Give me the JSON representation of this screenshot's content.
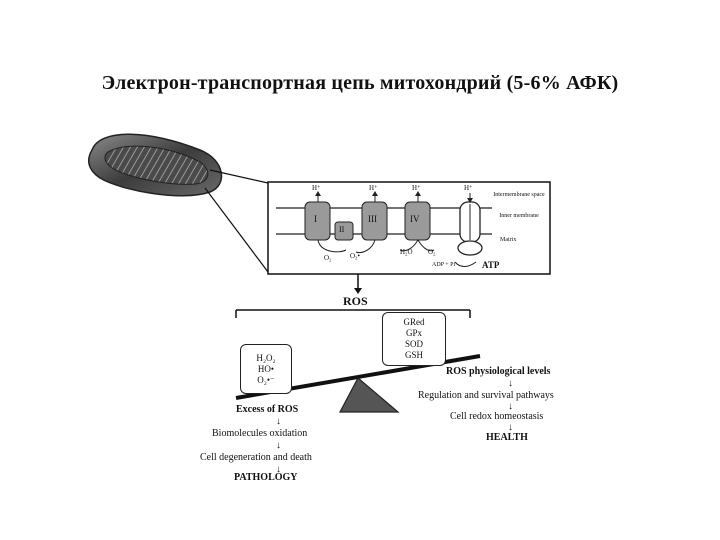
{
  "title": "Электрон-транспортная  цепь митохондрий (5-6% АФК)",
  "etc": {
    "h_plus": "H⁺",
    "complexes": [
      "I",
      "II",
      "III",
      "IV"
    ],
    "space_labels": [
      "Intermembrane space",
      "Inner membrane",
      "Matrix"
    ],
    "o2": "O₂",
    "o2_radical": "O₂•",
    "h2o": "H₂O",
    "o2_small": "O₂",
    "adp": "ADP + Pi",
    "atp": "ATP"
  },
  "ros_label": "ROS",
  "left_box": [
    "H₂O₂",
    "HO•",
    "O₂•⁻"
  ],
  "right_box": [
    "GRed",
    "GPx",
    "SOD",
    "GSH"
  ],
  "left_chain": [
    "Excess of ROS",
    "Biomolecules oxidation",
    "Cell degeneration and death",
    "PATHOLOGY"
  ],
  "right_chain": [
    "ROS physiological levels",
    "Regulation and survival pathways",
    "Cell redox homeostasis",
    "HEALTH"
  ],
  "down_arrow": "↓"
}
